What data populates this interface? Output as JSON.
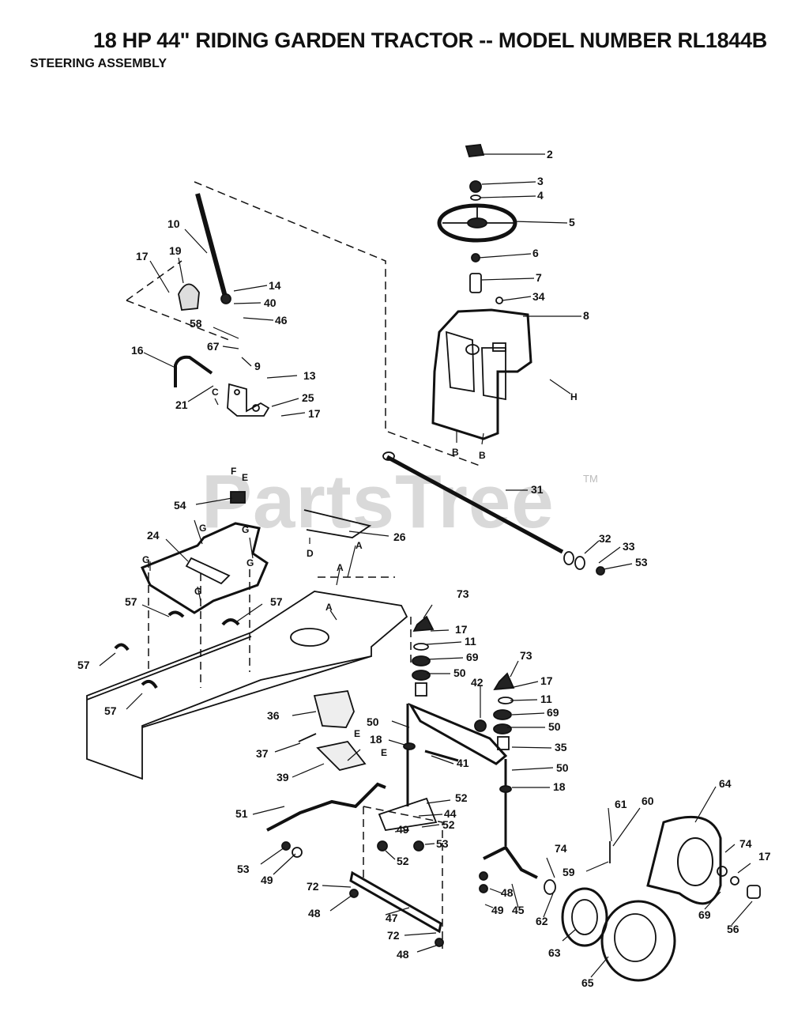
{
  "header": {
    "title": "18 HP 44\" RIDING GARDEN TRACTOR -- MODEL NUMBER RL1844B",
    "subtitle": "STEERING ASSEMBLY"
  },
  "watermark": {
    "text": "PartsTree",
    "mark": "TM"
  },
  "callouts": [
    "2",
    "3",
    "4",
    "5",
    "6",
    "7",
    "34",
    "8",
    "10",
    "17",
    "19",
    "14",
    "40",
    "46",
    "58",
    "67",
    "9",
    "16",
    "21",
    "13",
    "25",
    "17",
    "31",
    "32",
    "33",
    "53",
    "54",
    "24",
    "26",
    "57",
    "57",
    "57",
    "57",
    "73",
    "17",
    "11",
    "69",
    "50",
    "42",
    "73",
    "17",
    "11",
    "69",
    "50",
    "50",
    "18",
    "36",
    "37",
    "39",
    "41",
    "35",
    "50",
    "18",
    "51",
    "52",
    "44",
    "49",
    "52",
    "53",
    "52",
    "53",
    "49",
    "72",
    "48",
    "47",
    "72",
    "48",
    "48",
    "49",
    "45",
    "74",
    "61",
    "60",
    "59",
    "62",
    "63",
    "64",
    "74",
    "17",
    "69",
    "56",
    "65"
  ],
  "reference_letters": [
    "F",
    "E",
    "G",
    "G",
    "G",
    "G",
    "G",
    "D",
    "A",
    "A",
    "A",
    "C",
    "B",
    "B",
    "H",
    "E",
    "E"
  ]
}
